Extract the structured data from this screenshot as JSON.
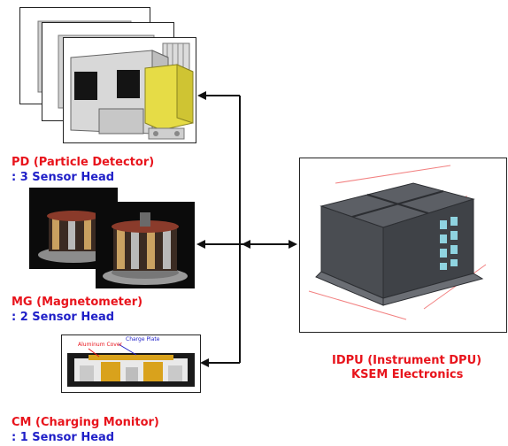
{
  "pd": {
    "title": "PD (Particle Detector)",
    "subtitle": ": 3 Sensor Head"
  },
  "mg": {
    "title": "MG (Magnetometer)",
    "subtitle": ": 2 Sensor Head"
  },
  "cm": {
    "title": "CM (Charging Monitor)",
    "subtitle": ": 1 Sensor Head",
    "annot_charge_plate": "Charge Plate",
    "annot_aluminum_cover": "Aluminum Cover"
  },
  "idpu": {
    "title": "IDPU (Instrument DPU)",
    "subtitle": "KSEM Electronics"
  },
  "colors": {
    "red": "#e8141c",
    "blue": "#1f1fc8",
    "sensor_yellow": "#e6dc46",
    "box_grey": "#5a5d63"
  }
}
